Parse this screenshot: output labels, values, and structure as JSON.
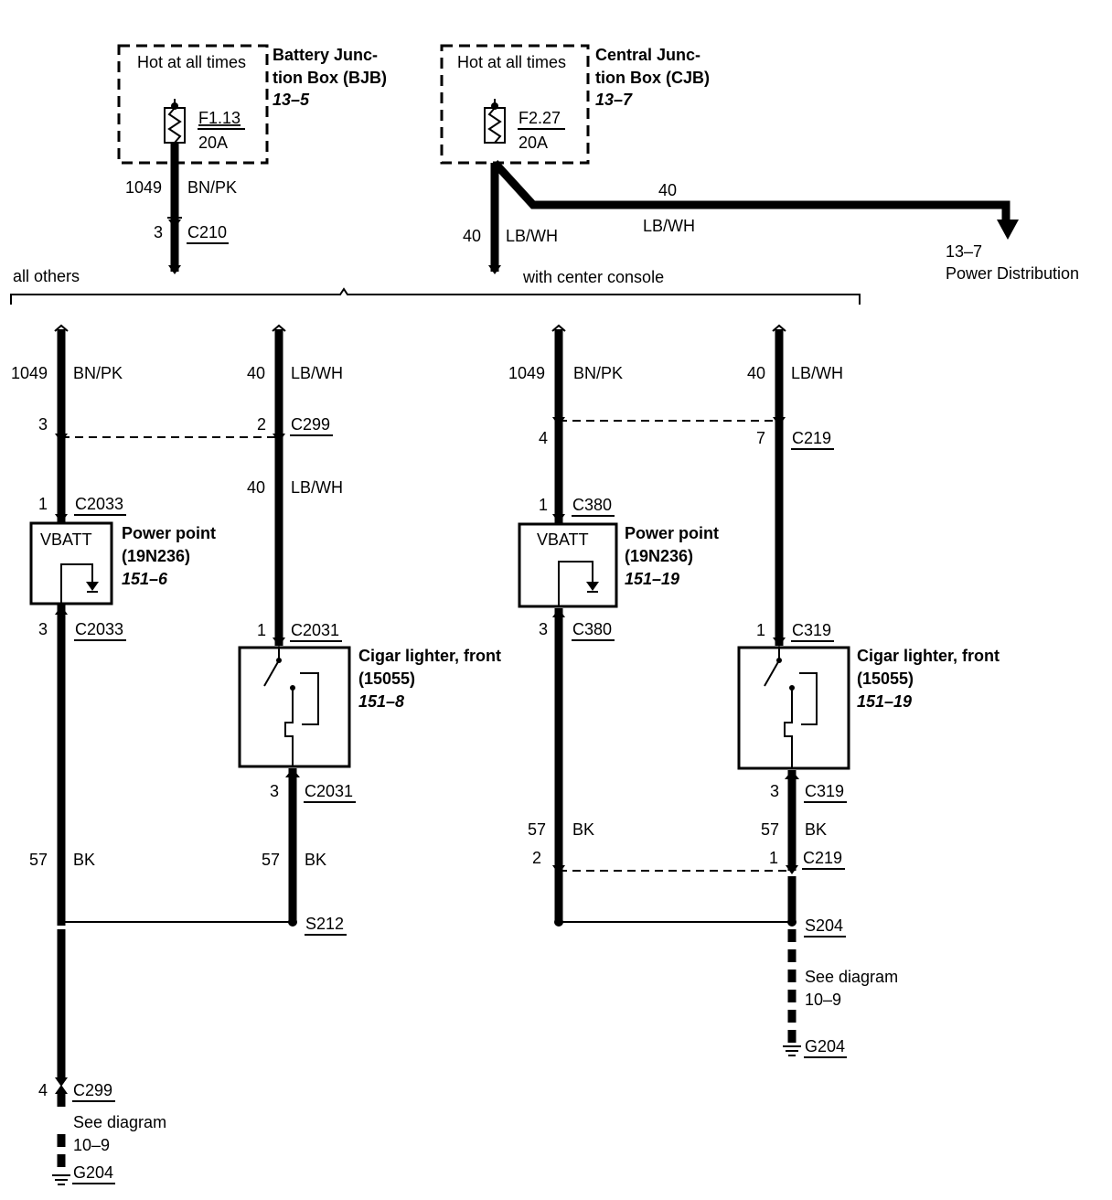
{
  "top": {
    "bjb": {
      "hot": "Hot at all times",
      "name1": "Battery Junc-",
      "name2": "tion Box (BJB)",
      "ref": "13–5",
      "fuse": "F1.13",
      "amp": "20A"
    },
    "cjb": {
      "hot": "Hot at all times",
      "name1": "Central Junc-",
      "name2": "tion Box (CJB)",
      "ref": "13–7",
      "fuse": "F2.27",
      "amp": "20A"
    },
    "w1049": "1049",
    "bnpk": "BN/PK",
    "pin3": "3",
    "c210": "C210",
    "w40a": "40",
    "lbwh_a": "LB/WH",
    "w40b": "40",
    "lbwh_b": "LB/WH",
    "pd_ref": "13–7",
    "pd_label": "Power Distribution",
    "all_others": "all others",
    "with_console": "with center console"
  },
  "left": {
    "w1049": "1049",
    "bnpk": "BN/PK",
    "w40": "40",
    "lbwh": "LB/WH",
    "p3": "3",
    "p2": "2",
    "c299": "C299",
    "w40b": "40",
    "lbwh_b": "LB/WH",
    "pp_pin1": "1",
    "pp_c1": "C2033",
    "vbatt": "VBATT",
    "pp_name": "Power point",
    "pp_num": "(19N236)",
    "pp_ref": "151–6",
    "pp_pin3": "3",
    "pp_c3": "C2033",
    "cl_pin1": "1",
    "cl_c1": "C2031",
    "cl_name": "Cigar lighter, front",
    "cl_num": "(15055)",
    "cl_ref": "151–8",
    "cl_pin3": "3",
    "cl_c3": "C2031",
    "w57a": "57",
    "bka": "BK",
    "w57b": "57",
    "bkb": "BK",
    "splice": "S212",
    "pin4": "4",
    "c299b": "C299",
    "see1": "See diagram",
    "see2": "10–9",
    "ground": "G204"
  },
  "right": {
    "w1049": "1049",
    "bnpk": "BN/PK",
    "w40": "40",
    "lbwh": "LB/WH",
    "p4": "4",
    "p7": "7",
    "c219": "C219",
    "pp_pin1": "1",
    "pp_c1": "C380",
    "vbatt": "VBATT",
    "pp_name": "Power point",
    "pp_num": "(19N236)",
    "pp_ref": "151–19",
    "pp_pin3": "3",
    "pp_c3": "C380",
    "cl_pin1": "1",
    "cl_c1": "C319",
    "cl_name": "Cigar lighter, front",
    "cl_num": "(15055)",
    "cl_ref": "151–19",
    "cl_pin3": "3",
    "cl_c3": "C319",
    "w57a": "57",
    "bka": "BK",
    "w57b": "57",
    "bkb": "BK",
    "p2": "2",
    "p1": "1",
    "c219b": "C219",
    "splice": "S204",
    "see1": "See diagram",
    "see2": "10–9",
    "ground": "G204"
  }
}
